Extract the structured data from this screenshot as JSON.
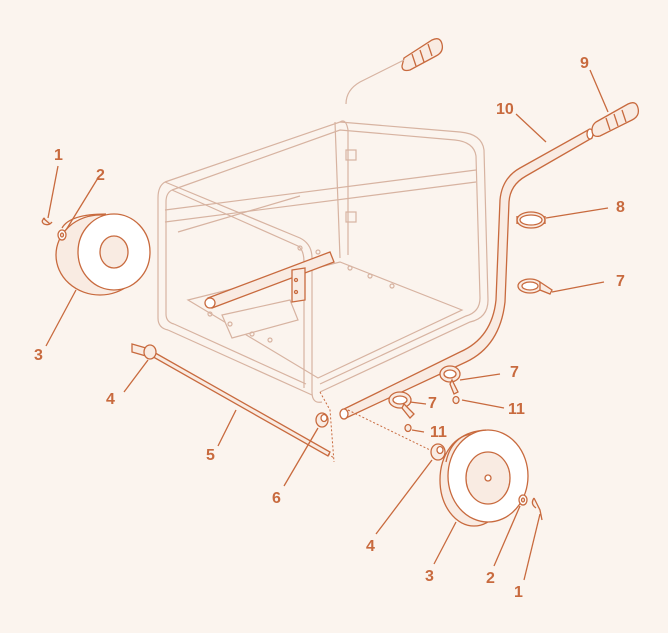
{
  "diagram": {
    "callouts": [
      {
        "id": "c1-left",
        "text": "1"
      },
      {
        "id": "c2-left",
        "text": "2"
      },
      {
        "id": "c3-left",
        "text": "3"
      },
      {
        "id": "c4-left",
        "text": "4"
      },
      {
        "id": "c5",
        "text": "5"
      },
      {
        "id": "c6",
        "text": "6"
      },
      {
        "id": "c4-right",
        "text": "4"
      },
      {
        "id": "c3-right",
        "text": "3"
      },
      {
        "id": "c2-right",
        "text": "2"
      },
      {
        "id": "c1-right",
        "text": "1"
      },
      {
        "id": "c7-top",
        "text": "7"
      },
      {
        "id": "c7-mid",
        "text": "7"
      },
      {
        "id": "c7-low",
        "text": "7"
      },
      {
        "id": "c8",
        "text": "8"
      },
      {
        "id": "c9",
        "text": "9"
      },
      {
        "id": "c10",
        "text": "10"
      },
      {
        "id": "c11-right",
        "text": "11"
      },
      {
        "id": "c11-mid",
        "text": "11"
      }
    ]
  },
  "colors": {
    "accent": "#c86a3e",
    "frame": "#d7b3a1",
    "background": "#fbf4ee"
  }
}
